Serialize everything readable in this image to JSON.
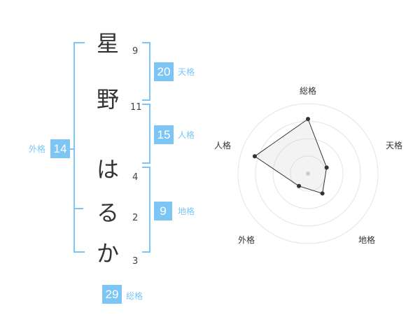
{
  "name": {
    "characters": [
      {
        "char": "星",
        "strokes": "9"
      },
      {
        "char": "野",
        "strokes": "11"
      },
      {
        "char": "は",
        "strokes": "4"
      },
      {
        "char": "る",
        "strokes": "2"
      },
      {
        "char": "か",
        "strokes": "3"
      }
    ]
  },
  "fortune": {
    "tenkaku": {
      "value": "20",
      "label": "天格"
    },
    "jinkaku": {
      "value": "15",
      "label": "人格"
    },
    "chikaku": {
      "value": "9",
      "label": "地格"
    },
    "gaikaku": {
      "value": "14",
      "label": "外格"
    },
    "soukaku": {
      "value": "29",
      "label": "総格"
    }
  },
  "colors": {
    "accent": "#7cc5f5",
    "text": "#333333"
  },
  "chart_data": {
    "type": "radar",
    "axes": [
      "総格",
      "天格",
      "地格",
      "外格",
      "人格"
    ],
    "values": [
      0.78,
      0.28,
      0.35,
      0.22,
      0.8
    ],
    "rings": 4,
    "range": [
      0,
      1
    ]
  }
}
